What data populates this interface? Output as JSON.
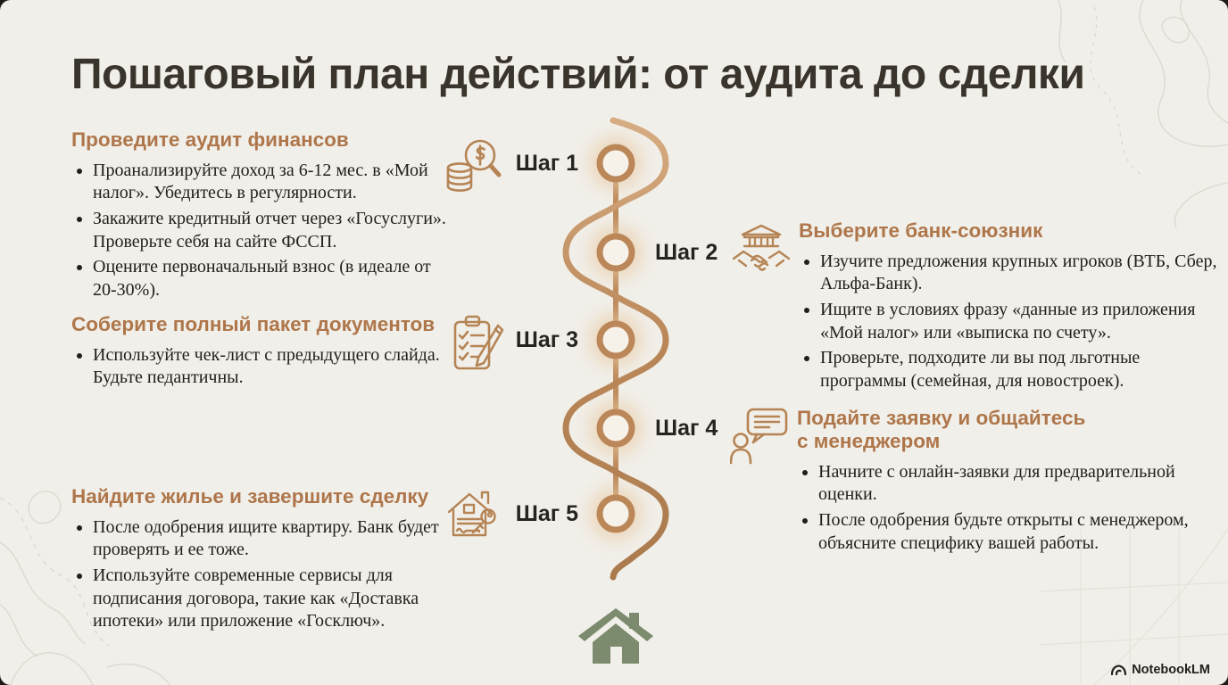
{
  "title": "Пошаговый план действий: от аудита до сделки",
  "colors": {
    "background": "#f1efe9",
    "title_text": "#3a352c",
    "heading_accent": "#ae764a",
    "body_text": "#211f1a",
    "icon_stroke": "#b58455",
    "timeline_brown": "#bd8b5c",
    "house_green": "#7c8a6d",
    "contour_line": "#d7d4ca"
  },
  "left_sections": [
    {
      "heading": "Проведите аудит финансов",
      "icon": "coins-magnifier-icon",
      "bullets": [
        "Проанализируйте доход за 6-12 мес. в «Мой налог». Убедитесь в регулярности.",
        "Закажите кредитный отчет через «Госуслуги». Проверьте себя на сайте ФССП.",
        "Оцените первоначальный взнос (в идеале от 20-30%)."
      ]
    },
    {
      "heading": "Соберите полный пакет документов",
      "icon": "clipboard-checklist-icon",
      "bullets": [
        "Используйте чек-лист с предыдущего слайда. Будьте педантичны."
      ]
    },
    {
      "heading": "Найдите жилье и завершите сделку",
      "icon": "house-key-icon",
      "bullets": [
        "После одобрения ищите квартиру. Банк будет проверять и ее тоже.",
        "Используйте современные сервисы для подписания договора, такие как «Доставка ипотеки» или приложение «Госключ»."
      ]
    }
  ],
  "right_sections": [
    {
      "heading": "Выберите банк-союзник",
      "icon": "bank-handshake-icon",
      "bullets": [
        "Изучите предложения крупных игроков (ВТБ, Сбер, Альфа-Банк).",
        "Ищите в условиях фразу «данные из приложения «Мой налог» или «выписка по счету».",
        "Проверьте, подходите ли вы под льготные программы (семейная, для новостроек)."
      ]
    },
    {
      "heading": "Подайте заявку и общайтесь с менеджером",
      "icon": "person-chat-icon",
      "bullets": [
        "Начните с онлайн-заявки для предварительной оценки.",
        "После одобрения будьте открыты с менеджером, объясните специфику вашей работы."
      ]
    }
  ],
  "timeline": {
    "steps": [
      "Шаг 1",
      "Шаг 2",
      "Шаг 3",
      "Шаг 4",
      "Шаг 5"
    ],
    "end_icon": "house-icon"
  },
  "footer": {
    "brand": "NotebookLM"
  }
}
